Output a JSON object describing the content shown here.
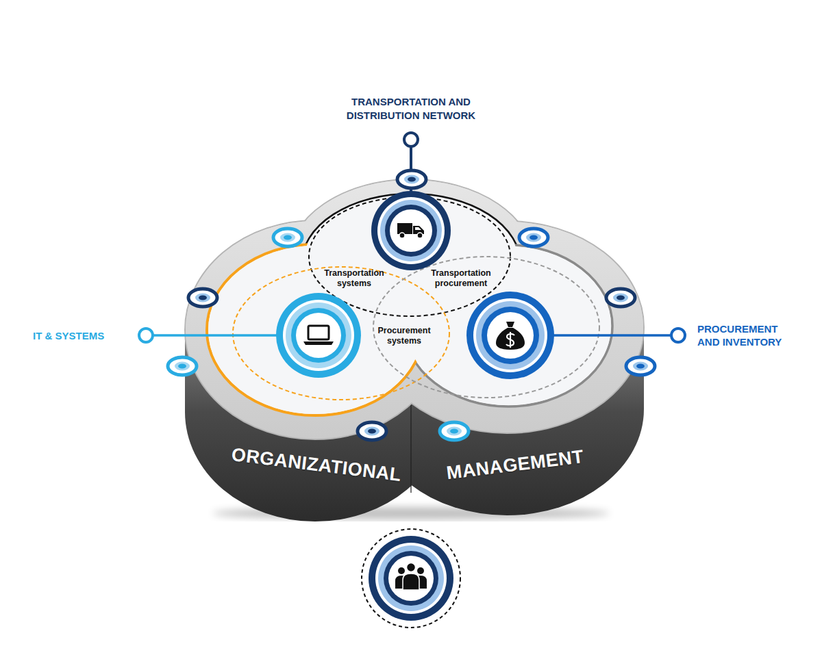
{
  "diagram": {
    "nodes": [
      {
        "text": [
          "ORGANIZATIONAL",
          "MANAGEMENT"
        ]
      }
    ],
    "labels": [
      "TRANSPORTATION AND DISTRIBUTION NETWORK",
      "IT & SYSTEMS",
      "PROCUREMENT AND INVENTORY",
      "Transportation systems",
      "Transportation procurement",
      "Procurement systems"
    ]
  }
}
